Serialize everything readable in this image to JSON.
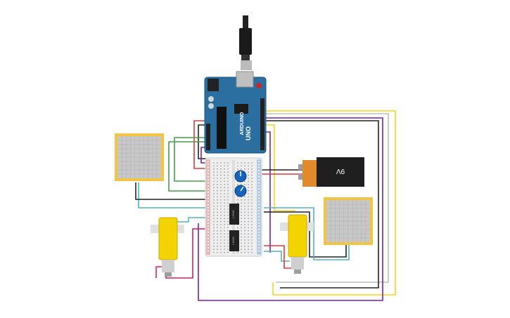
{
  "circuit": {
    "arduino": {
      "board_text": "UNO",
      "brand_text": "ARDUINO",
      "color": "#2a6fa0"
    },
    "battery": {
      "label": "9V",
      "body_color": "#1f1f1f",
      "terminal_color": "#e08a2b"
    },
    "chips": [
      {
        "label": "L293D"
      },
      {
        "label": "L293D"
      }
    ],
    "colors": {
      "breadboard": "#eeeeee",
      "pad": "#f4c542",
      "motor": "#f4d400",
      "wire_red": "#e53935",
      "wire_green": "#43a047",
      "wire_yellow": "#f9d71c",
      "wire_purple": "#7b1fa2",
      "wire_teal": "#4fb3bf",
      "wire_black": "#222222",
      "wire_gray": "#bdbdbd"
    }
  }
}
